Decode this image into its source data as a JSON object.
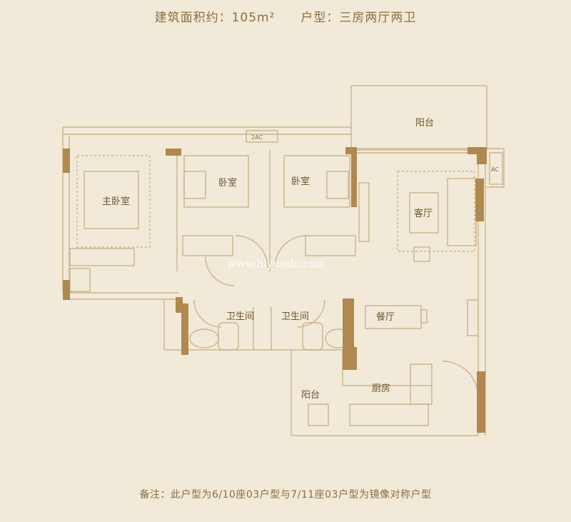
{
  "header": {
    "area_label": "建筑面积约：105m²",
    "type_label": "户型：三房两厅两卫"
  },
  "rooms": {
    "balcony_top": "阳台",
    "master_bedroom": "主卧室",
    "bedroom_1": "卧室",
    "bedroom_2": "卧室",
    "living_room": "客厅",
    "bathroom_1": "卫生间",
    "bathroom_2": "卫生间",
    "dining_room": "餐厅",
    "balcony_bottom": "阳台",
    "kitchen": "厨房"
  },
  "ac_labels": {
    "ac_top": "2AC",
    "ac_right": "AC"
  },
  "watermark": "www.hiyundc.com",
  "footer": {
    "note": "备注：此户型为6/10座03户型与7/11座03户型为镜像对称户型"
  },
  "colors": {
    "background": "#f2ead8",
    "wall_line": "#c9b48b",
    "wall_solid": "#b08850",
    "text": "#6b5530"
  }
}
